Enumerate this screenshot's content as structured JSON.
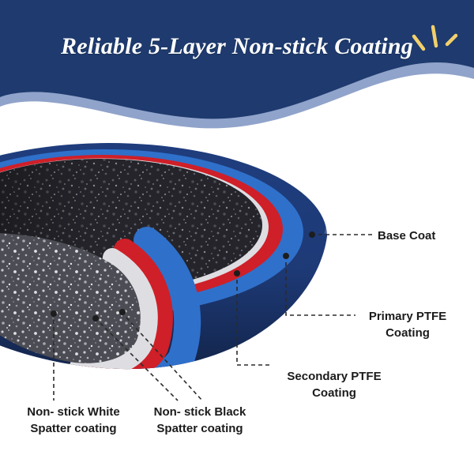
{
  "banner": {
    "title": "Reliable 5-Layer Non-stick Coating",
    "background_color": "#1e3a6e",
    "underwave_color": "#35589f",
    "text_color": "#ffffff",
    "sparkle_color": "#f2d06b"
  },
  "pan": {
    "rim_highlight_color": "#dedee2",
    "layers": {
      "base_coat": {
        "label_line1": "Base Coat",
        "label_line2": "",
        "color": "#1f3d7d"
      },
      "primary_ptfe": {
        "label_line1": "Primary PTFE",
        "label_line2": "Coating",
        "color": "#2f70ca"
      },
      "secondary_ptfe": {
        "label_line1": "Secondary PTFE",
        "label_line2": "Coating",
        "color": "#cf1f28"
      },
      "white_spatter": {
        "label_line1": "Non- stick White",
        "label_line2": "Spatter coating",
        "color": "#4c4c54"
      },
      "black_spatter": {
        "label_line1": "Non- stick Black",
        "label_line2": "Spatter coating",
        "color": "#24242a"
      }
    }
  }
}
